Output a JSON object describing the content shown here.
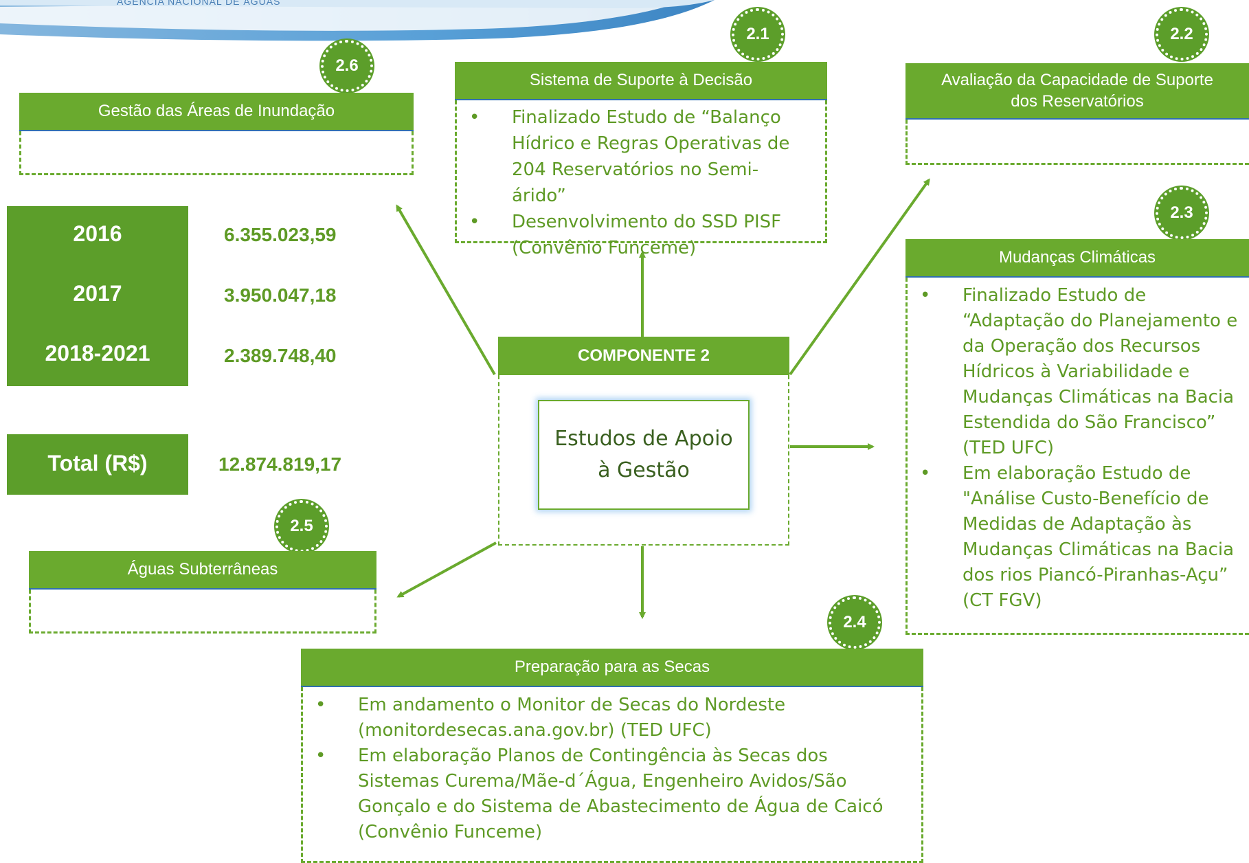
{
  "logo": {
    "caption": "AGÊNCIA NACIONAL DE ÁGUAS"
  },
  "center": {
    "header": "COMPONENTE 2",
    "title_line1": "Estudos de Apoio",
    "title_line2": "à Gestão"
  },
  "boxes": {
    "b21": {
      "badge": "2.1",
      "title": "Sistema de Suporte à Decisão",
      "items": [
        "Finalizado Estudo de “Balanço Hídrico e Regras Operativas de 204 Reservatórios no Semi-árido”",
        "Desenvolvimento do SSD PISF (Convênio Funceme)"
      ]
    },
    "b22": {
      "badge": "2.2",
      "title_line1": "Avaliação da Capacidade de Suporte",
      "title_line2": "dos Reservatórios"
    },
    "b23": {
      "badge": "2.3",
      "title": "Mudanças Climáticas",
      "items": [
        "Finalizado Estudo de “Adaptação do Planejamento e da Operação dos Recursos Hídricos à Variabilidade e Mudanças Climáticas na Bacia Estendida do São Francisco” (TED UFC)",
        "Em elaboração Estudo de \"Análise Custo-Benefício de Medidas de Adaptação às Mudanças Climáticas na Bacia dos rios Piancó-Piranhas-Açu” (CT FGV)"
      ]
    },
    "b24": {
      "badge": "2.4",
      "title": "Preparação para as Secas",
      "items": [
        "Em andamento o Monitor de Secas do Nordeste (monitordesecas.ana.gov.br) (TED UFC)",
        "Em elaboração Planos de Contingência às Secas dos Sistemas Curema/Mãe-d´Água, Engenheiro Avidos/São Gonçalo e do Sistema de Abastecimento de Água de Caicó (Convênio Funceme)"
      ]
    },
    "b25": {
      "badge": "2.5",
      "title": "Águas Subterrâneas"
    },
    "b26": {
      "badge": "2.6",
      "title": "Gestão das Áreas de Inundação"
    }
  },
  "budget": {
    "rows": [
      {
        "year": "2016",
        "value": "6.355.023,59"
      },
      {
        "year": "2017",
        "value": "3.950.047,18"
      },
      {
        "year": "2018-2021",
        "value": "2.389.748,40"
      }
    ],
    "total_label": "Total (R$)",
    "total_value": "12.874.819,17"
  },
  "colors": {
    "green": "#6aaa2e",
    "dark_green": "#5c9e2a",
    "text_green": "#5e9a25",
    "blue": "#2f6fb0"
  }
}
